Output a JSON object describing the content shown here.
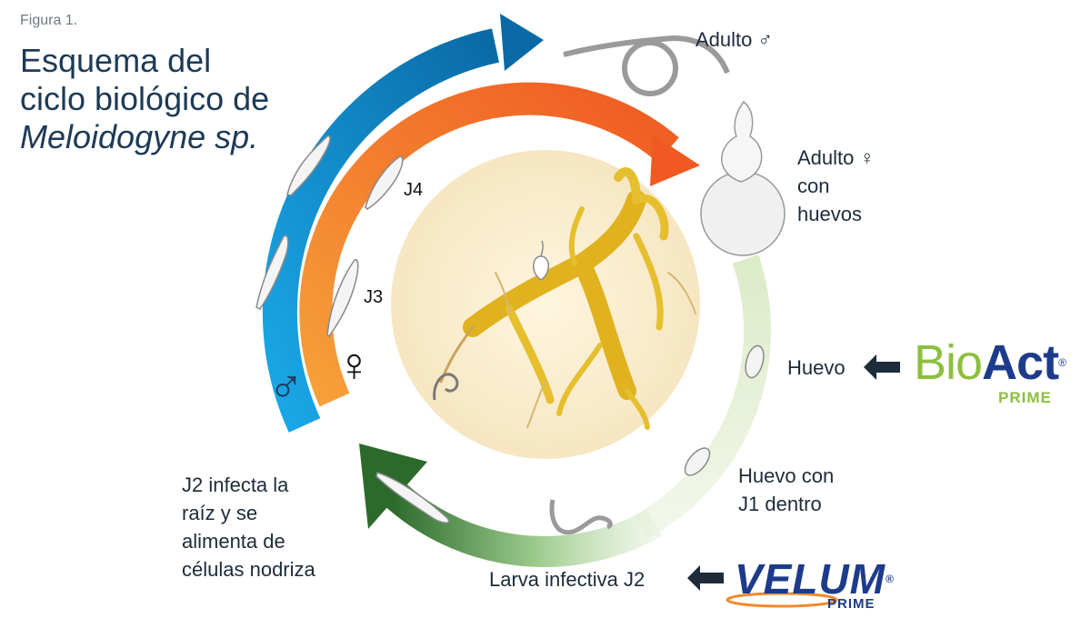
{
  "figure_label": "Figura 1.",
  "title": {
    "line1": "Esquema del",
    "line2": "ciclo biológico de",
    "line3": "Meloidogyne sp."
  },
  "stages": {
    "adult_male": "Adulto ♂",
    "adult_female_1": "Adulto ♀",
    "adult_female_2": "con",
    "adult_female_3": "huevos",
    "egg": "Huevo",
    "egg_j1_1": "Huevo con",
    "egg_j1_2": "J1 dentro",
    "larva": "Larva infectiva J2",
    "j2_1": "J2 infecta la",
    "j2_2": "raíz y se",
    "j2_3": "alimenta de",
    "j2_4": "células nodriza",
    "j3": "J3",
    "j4": "J4",
    "male_symbol": "♂",
    "female_symbol": "♀"
  },
  "brands": {
    "bioact_1": "Bio",
    "bioact_2": "Act",
    "bioact_reg": "®",
    "bioact_prime": "PRIME",
    "velum": "VELUM",
    "velum_reg": "®",
    "velum_prime": "PRIME"
  },
  "colors": {
    "blue_arc": "#0a84c8",
    "orange_arc": "#f07a2a",
    "green_arc": "#2e6e2e",
    "root": "#e8b820",
    "title": "#1d3a55",
    "brand_blue": "#1d3b8a",
    "brand_green": "#8dbf3f"
  }
}
